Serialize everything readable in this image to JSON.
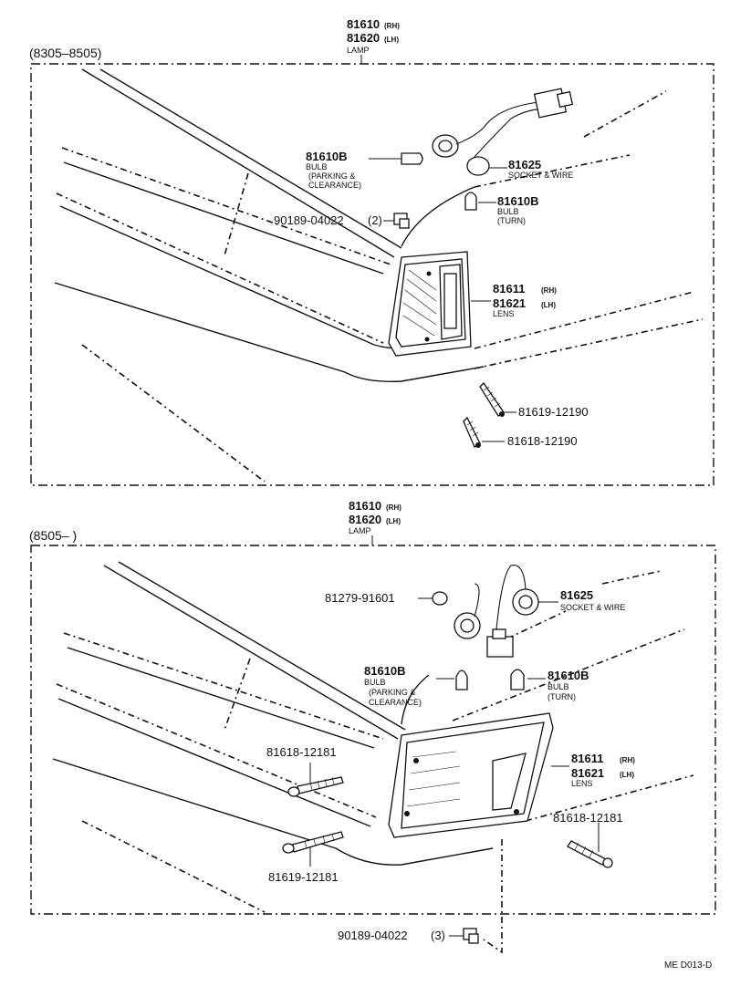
{
  "top": {
    "range": "(8305–8505)",
    "lamp": {
      "rh": "81610",
      "rh_tag": "(RH)",
      "lh": "81620",
      "lh_tag": "(LH)",
      "desc": "LAMP"
    },
    "bulb_parking": {
      "pn": "81610B",
      "l1": "BULB",
      "l2": "(PARKING &",
      "l3": "CLEARANCE)"
    },
    "socket": {
      "pn": "81625",
      "desc": "SOCKET & WIRE"
    },
    "bulb_turn": {
      "pn": "81610B",
      "l1": "BULB",
      "l2": "(TURN)"
    },
    "clip": {
      "pn": "90189-04022",
      "qty": "(2)"
    },
    "lens": {
      "rh": "81611",
      "rh_tag": "(RH)",
      "lh": "81621",
      "lh_tag": "(LH)",
      "desc": "LENS"
    },
    "screw_a": "81619-12190",
    "screw_b": "81618-12190"
  },
  "bottom": {
    "range": "(8505–        )",
    "lamp": {
      "rh": "81610",
      "rh_tag": "(RH)",
      "lh": "81620",
      "lh_tag": "(LH)",
      "desc": "LAMP"
    },
    "grommet": "81279-91601",
    "socket": {
      "pn": "81625",
      "desc": "SOCKET & WIRE"
    },
    "bulb_parking": {
      "pn": "81610B",
      "l1": "BULB",
      "l2": "(PARKING &",
      "l3": "CLEARANCE)"
    },
    "bulb_turn": {
      "pn": "81610B",
      "l1": "BULB",
      "l2": "(TURN)"
    },
    "screw_left_top": "81618-12181",
    "screw_left_bottom": "81619-12181",
    "lens": {
      "rh": "81611",
      "rh_tag": "(RH)",
      "lh": "81621",
      "lh_tag": "(LH)",
      "desc": "LENS"
    },
    "screw_right": "81618-12181",
    "clip": {
      "pn": "90189-04022",
      "qty": "(3)"
    }
  },
  "code": "ME D013-D"
}
